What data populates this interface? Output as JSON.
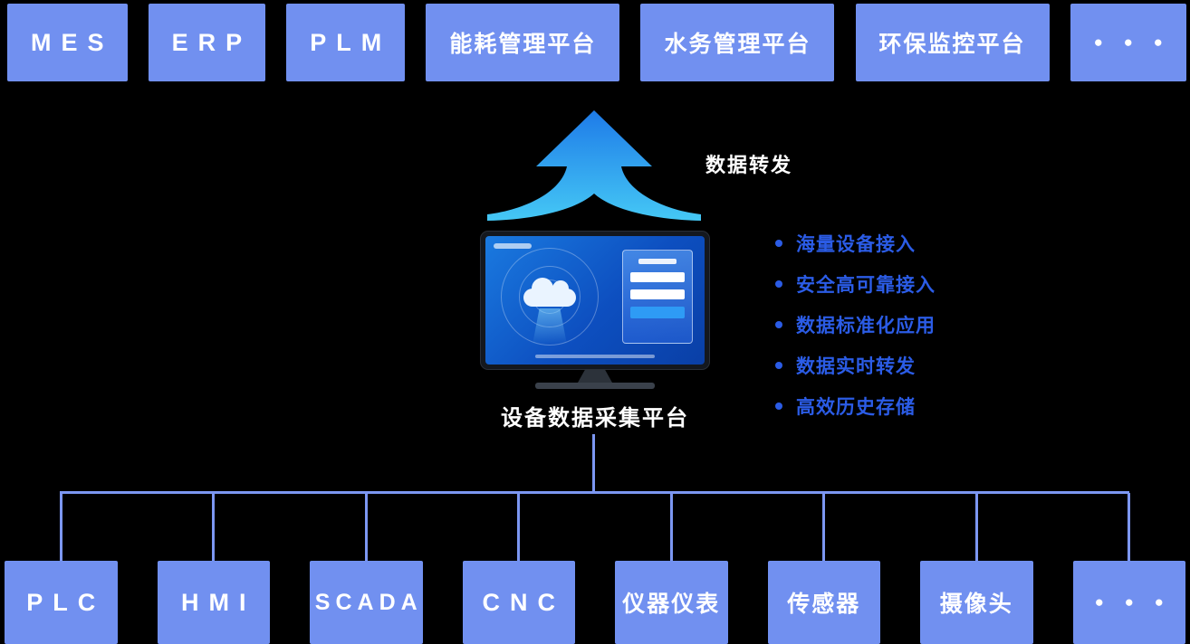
{
  "diagram": {
    "arrow_label": "数据转发",
    "platform_label": "设备数据采集平台"
  },
  "top_row": [
    {
      "label": "MES",
      "kind": "latin"
    },
    {
      "label": "ERP",
      "kind": "latin"
    },
    {
      "label": "PLM",
      "kind": "latin"
    },
    {
      "label": "能耗管理平台",
      "kind": "cjk"
    },
    {
      "label": "水务管理平台",
      "kind": "cjk"
    },
    {
      "label": "环保监控平台",
      "kind": "cjk"
    },
    {
      "label": "● ● ●",
      "kind": "dots"
    }
  ],
  "bottom_row": [
    {
      "label": "PLC",
      "kind": "latin"
    },
    {
      "label": "HMI",
      "kind": "latin"
    },
    {
      "label": "SCADA",
      "kind": "latin-tight"
    },
    {
      "label": "CNC",
      "kind": "latin"
    },
    {
      "label": "仪器仪表",
      "kind": "cjk"
    },
    {
      "label": "传感器",
      "kind": "cjk"
    },
    {
      "label": "摄像头",
      "kind": "cjk"
    },
    {
      "label": "● ● ●",
      "kind": "dots"
    }
  ],
  "features": [
    "海量设备接入",
    "安全高可靠接入",
    "数据标准化应用",
    "数据实时转发",
    "高效历史存储"
  ],
  "colors": {
    "background": "#000000",
    "box_blue": "#7190F0",
    "connector_blue": "#7C97F2",
    "feature_blue": "#2B5CE6",
    "arrow_blue_top": "#1E7BE8",
    "arrow_blue_bottom": "#45C8F5"
  }
}
